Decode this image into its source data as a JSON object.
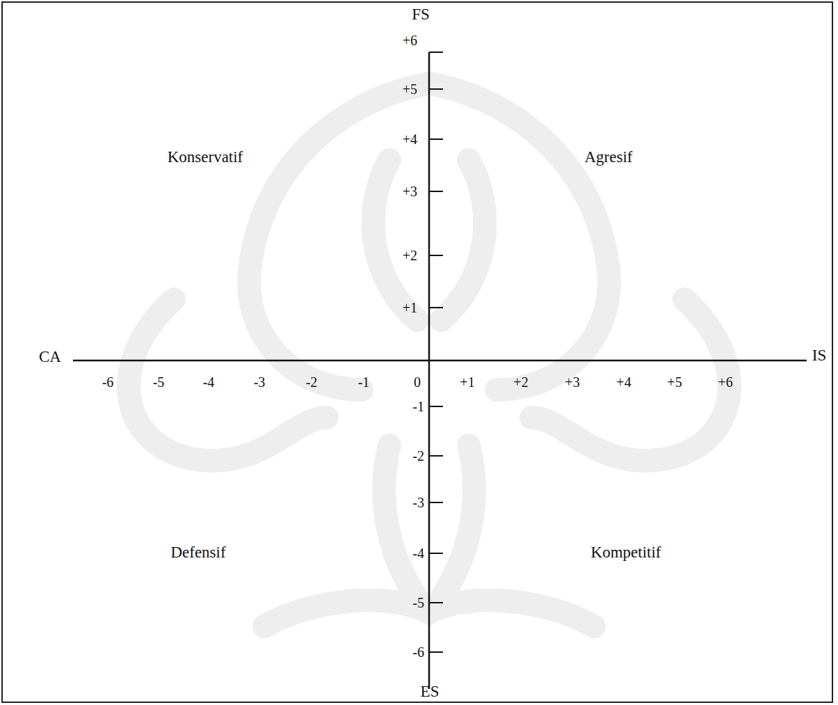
{
  "diagram": {
    "labels": [
      "FS",
      "+6",
      "+5",
      "+4",
      "+3",
      "+2",
      "+1",
      "Konservatif",
      "Agresif",
      "CA",
      "IS",
      "-6",
      "-5",
      "-4",
      "-3",
      "-2",
      "-1",
      "0",
      "+1",
      "+2",
      "+3",
      "+4",
      "+5",
      "+6",
      "-1",
      "-2",
      "-3",
      "-4",
      "-5",
      "-6",
      "Defensif",
      "Kompetitif",
      "ES"
    ]
  }
}
